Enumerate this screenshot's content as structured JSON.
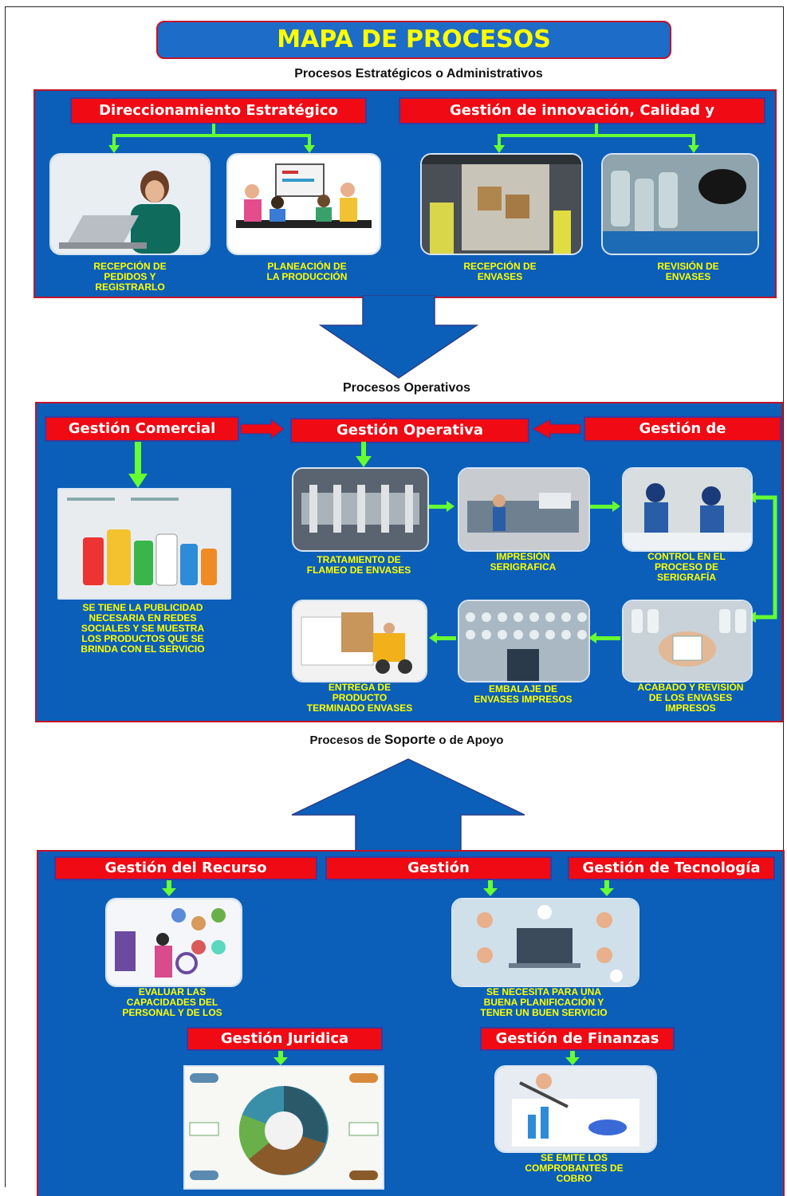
{
  "title": "MAPA DE PROCESOS",
  "sections": {
    "strategic": {
      "heading": "Procesos Estratégicos o Administrativos",
      "boxes": [
        "Direccionamiento Estratégico",
        "Gestión de innovación, Calidad y"
      ],
      "captions": [
        "RECEPCIÓN DE\nPEDIDOS Y\nREGISTRARLO",
        "PLANEACIÓN DE\nLA PRODUCCIÓN",
        "RECEPCIÓN DE\nENVASES",
        "REVISIÓN DE\nENVASES"
      ]
    },
    "operative": {
      "heading": "Procesos Operativos",
      "boxes": [
        "Gestión Comercial",
        "Gestión Operativa",
        "Gestión de"
      ],
      "captions": {
        "comercial": "SE TIENE LA PUBLICIDAD\nNECESARIA EN REDES\nSOCIALES Y SE MUESTRA\nLOS PRODUCTOS QUE SE\nBRINDA CON EL SERVICIO",
        "flameo": "TRATAMIENTO DE\nFLAMEO DE ENVASES",
        "impresion": "IMPRESIÓN\nSERIGRAFICA",
        "control": "CONTROL EN EL\nPROCESO DE\nSERIGRAFÍA",
        "entrega": "ENTREGA DE\nPRODUCTO\nTERMINADO ENVASES",
        "embalaje": "EMBALAJE DE\nENVASES IMPRESOS",
        "acabado": "ACABADO Y REVISIÓN\nDE LOS ENVASES\nIMPRESOS"
      }
    },
    "support": {
      "heading_part1": "Procesos de",
      "heading_part2": "Soporte",
      "heading_part3": "o de Apoyo",
      "boxes": [
        "Gestión del Recurso",
        "Gestión",
        "Gestión de Tecnología",
        "Gestión Juridica",
        "Gestión de Finanzas"
      ],
      "captions": {
        "recurso": "EVALUAR LAS\nCAPACIDADES DEL\nPERSONAL Y DE LOS",
        "gestion": "SE NECESITA PARA UNA\nBUENA PLANIFICACIÓN Y\nTENER UN BUEN SERVICIO",
        "finanzas": "SE EMITE LOS\nCOMPROBANTES DE\nCOBRO"
      }
    }
  },
  "colors": {
    "panel": "#0b5fb8",
    "box_red": "#ef0a14",
    "caption_yellow": "#ffff00",
    "arrow_green": "#66ff33",
    "border_red": "#c0142a"
  }
}
